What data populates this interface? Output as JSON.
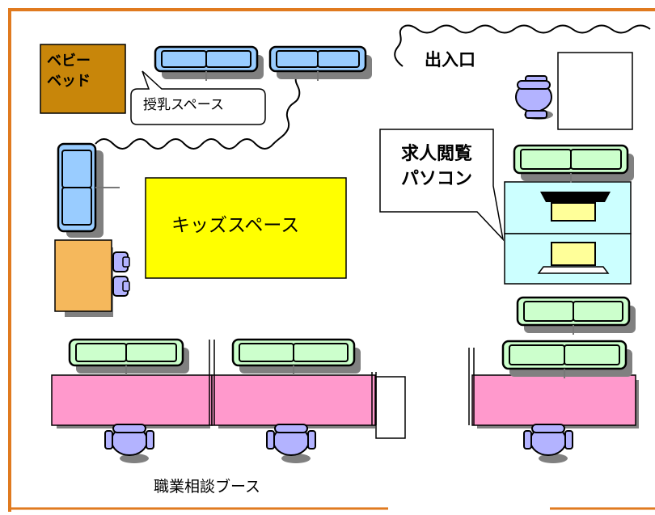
{
  "labels": {
    "baby_bed_line1": "ベビー",
    "baby_bed_line2": "ベッド",
    "nursing_space": "授乳スペース",
    "entrance": "出入口",
    "job_pc_line1": "求人閲覧",
    "job_pc_line2": "パソコン",
    "kids_space": "キッズスペース",
    "consultation_booth": "職業相談ブース"
  },
  "colors": {
    "frame": "#e07a1f",
    "baby_bed": "#c8860a",
    "kids_space": "#ffff00",
    "booth_desk": "#ff99cc",
    "pc_desk": "#ccffff",
    "kids_desk": "#f5b85c",
    "sofa_blue": "#99ccff",
    "sofa_green": "#ccffcc",
    "chair": "#b3b3ff",
    "laptop_screen": "#ffff99",
    "shadow": "#808080"
  },
  "icons": [
    "sofa-icon",
    "chair-icon",
    "laptop-icon",
    "wall-partition"
  ]
}
